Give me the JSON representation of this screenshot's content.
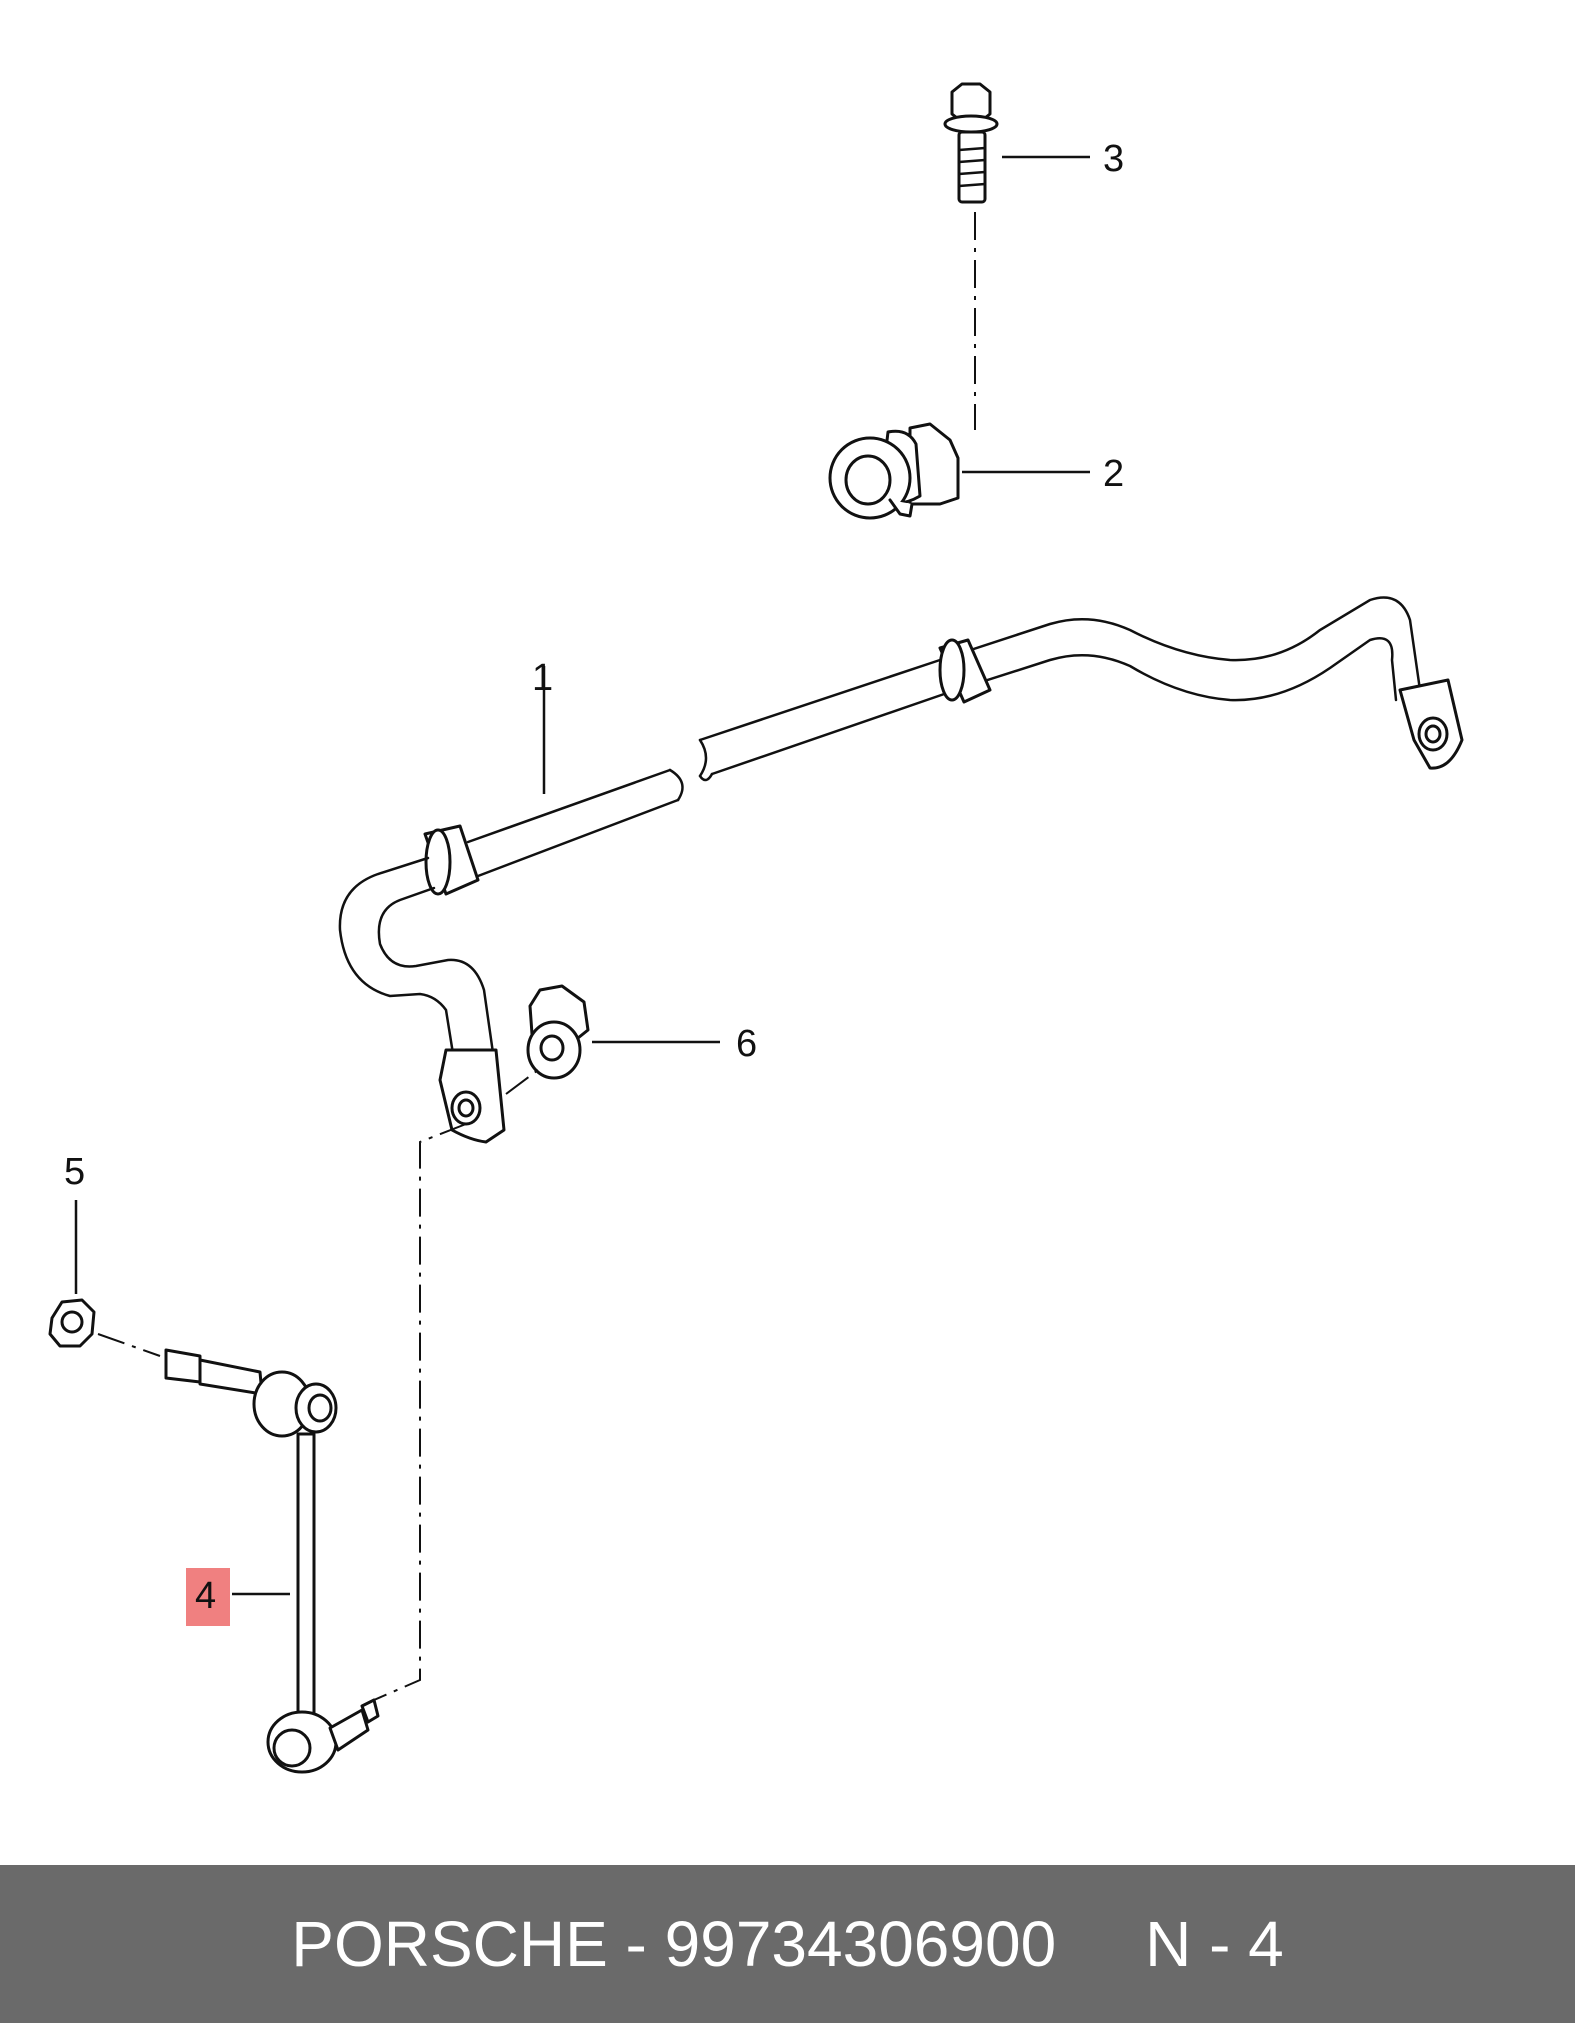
{
  "callouts": {
    "c1": "1",
    "c2": "2",
    "c3": "3",
    "c4": "4",
    "c5": "5",
    "c6": "6"
  },
  "highlight_color": "#f08080",
  "footer": {
    "background": "#6a6a6a",
    "text": "PORSCHE - 99734306900     N - 4"
  }
}
